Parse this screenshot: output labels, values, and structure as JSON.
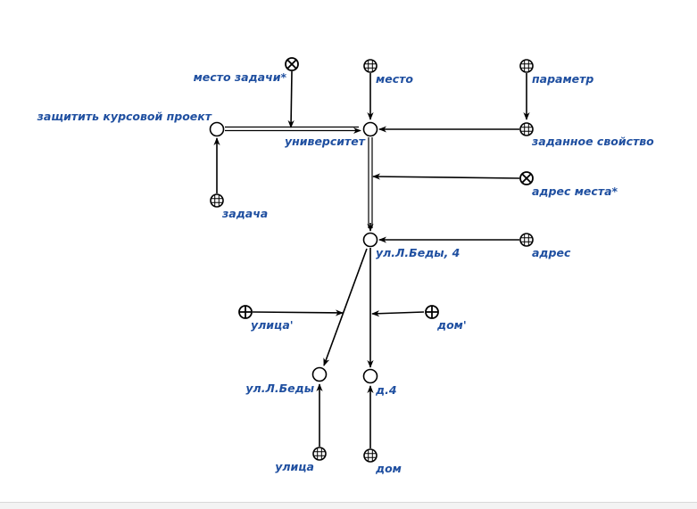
{
  "colors": {
    "label": "#1f4fa0",
    "stroke": "#000000",
    "background": "#ffffff"
  },
  "labels": {
    "task_place": "место задачи*",
    "place": "место",
    "parameter": "параметр",
    "defend_project": "защитить курсовой проект",
    "university": "университет",
    "given_property": "заданное свойство",
    "place_address": "адрес места*",
    "task": "задача",
    "address_value": "ул.Л.Беды, 4",
    "address": "адрес",
    "street_prime": "улица'",
    "house_prime": "дом'",
    "street_value": "ул.Л.Беды",
    "house_value": "д.4",
    "street": "улица",
    "house": "дом"
  },
  "node_types": {
    "task_place": "xor-node-icon",
    "place": "grid-node-icon",
    "parameter": "grid-node-icon",
    "defend_project": "circle-node",
    "university": "circle-node",
    "given_property": "grid-node-icon",
    "place_address": "xor-node-icon",
    "task": "grid-node-icon",
    "address_value": "circle-node",
    "address": "grid-node-icon",
    "street_prime": "plus-node-icon",
    "house_prime": "plus-node-icon",
    "street_value": "circle-node",
    "house_value": "circle-node",
    "street": "grid-node-icon",
    "house": "grid-node-icon"
  }
}
